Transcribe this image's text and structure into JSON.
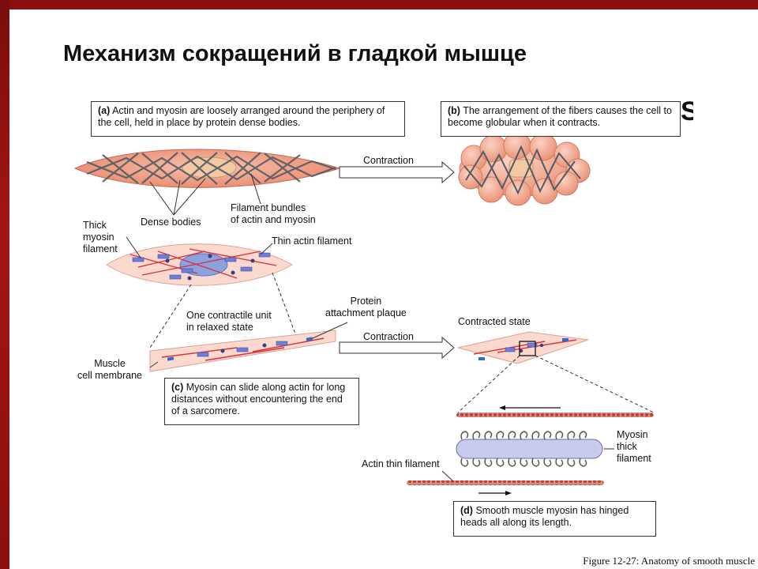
{
  "slide": {
    "title": "Механизм сокращений в гладкой мышце",
    "figure_caption": "Figure 12-27: Anatomy of smooth muscle",
    "stray_glyph": "S"
  },
  "captions": {
    "a": {
      "tag": "(a)",
      "text": " Actin and myosin are loosely arranged around the periphery of the cell, held in place by protein dense bodies."
    },
    "b": {
      "tag": "(b)",
      "text": " The arrangement of the fibers causes the cell to become globular when it contracts."
    },
    "c": {
      "tag": "(c)",
      "text": " Myosin can slide along actin for long distances without encountering the end of a sarcomere."
    },
    "d": {
      "tag": "(d)",
      "text": " Smooth muscle myosin has hinged heads all along its length."
    }
  },
  "labels": {
    "contraction_top": "Contraction",
    "contraction_mid": "Contraction",
    "dense_bodies": "Dense bodies",
    "filament_bundles": "Filament bundles\nof actin and myosin",
    "thick_myosin": "Thick\nmyosin\nfilament",
    "thin_actin": "Thin actin filament",
    "one_contractile_unit": "One contractile unit\nin relaxed state",
    "protein_plaque": "Protein\nattachment plaque",
    "contracted_state": "Contracted state",
    "muscle_membrane": "Muscle\ncell membrane",
    "myosin_thick": "Myosin\nthick\nfilament",
    "actin_thin": "Actin thin filament"
  },
  "colors": {
    "frame": "#8b0f0f",
    "cell_fill": "#f2a58a",
    "cell_light": "#fbd9cf",
    "actin": "#d9303a",
    "myosin": "#6f7fd6",
    "filament_mesh": "#555b63",
    "myosin_body": "#c9cbee"
  }
}
